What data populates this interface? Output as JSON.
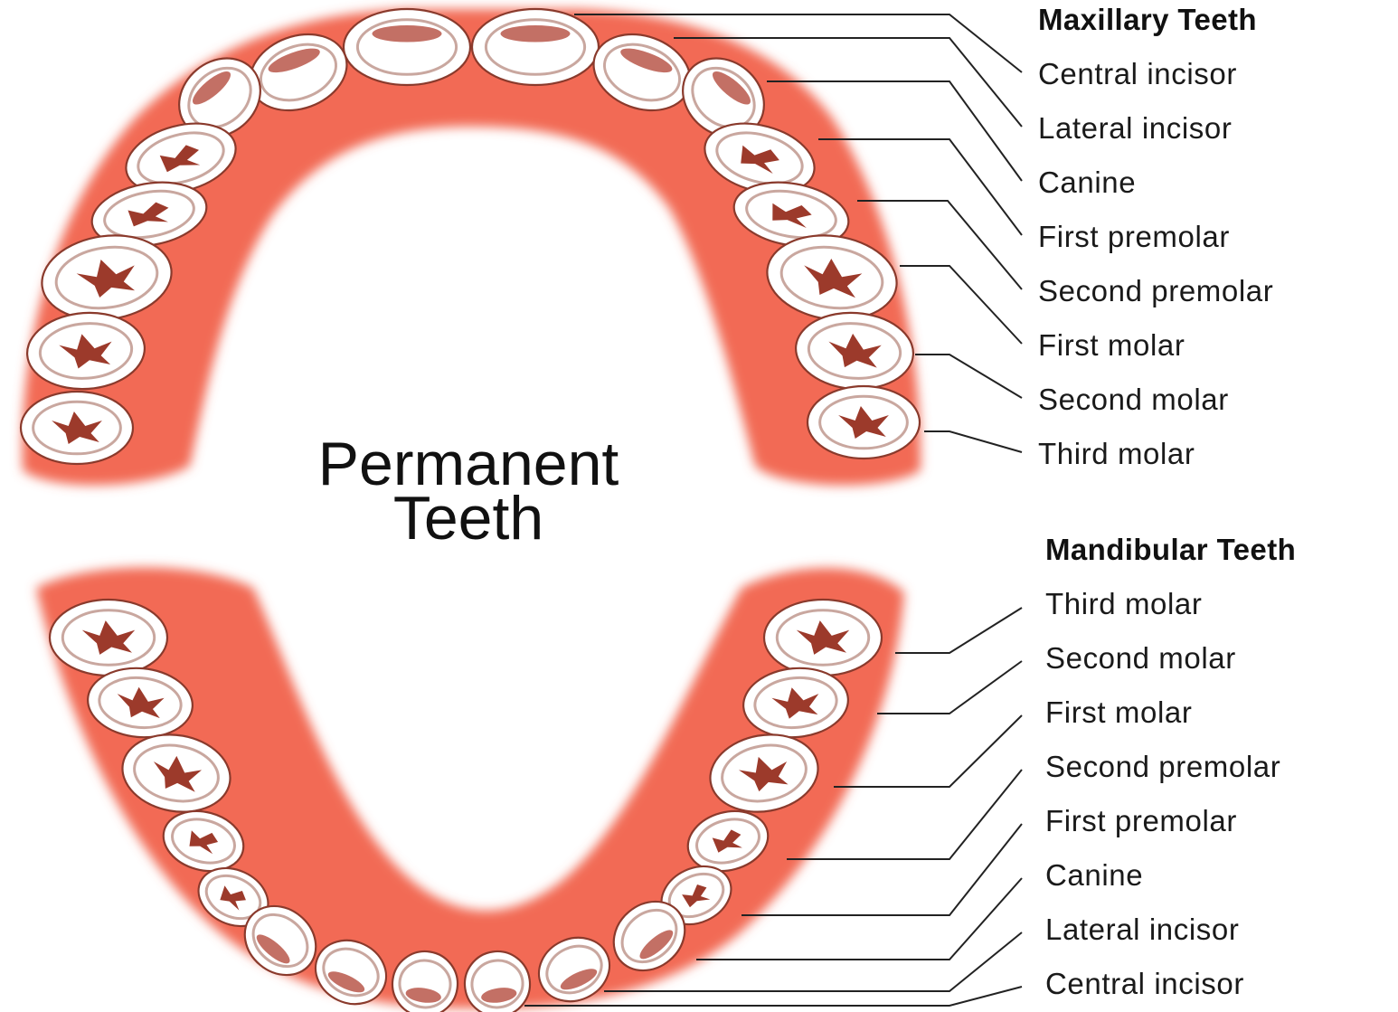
{
  "title_lines": [
    "Permanent",
    "Teeth"
  ],
  "maxillary": {
    "heading": "Maxillary Teeth",
    "labels": [
      "Central incisor",
      "Lateral incisor",
      "Canine",
      "First premolar",
      "Second premolar",
      "First molar",
      "Second molar",
      "Third molar"
    ]
  },
  "mandibular": {
    "heading": "Mandibular Teeth",
    "labels": [
      "Third molar",
      "Second molar",
      "First molar",
      "Second premolar",
      "First premolar",
      "Canine",
      "Lateral incisor",
      "Central incisor"
    ]
  },
  "colors": {
    "gum": "#f26a55",
    "tooth": "#ffffff",
    "groove": "#9c3a2b",
    "line": "#222222"
  }
}
